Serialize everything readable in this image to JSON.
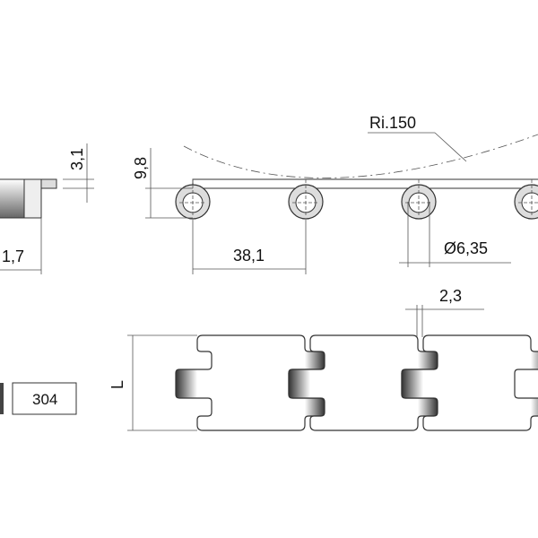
{
  "dimensions": {
    "plate_thickness": "3,1",
    "hinge_height": "9,8",
    "side_width": "1,7",
    "pitch": "38,1",
    "radius": "Ri.150",
    "pin_diameter": "Ø6,35",
    "gap": "2,3",
    "length": "L"
  },
  "material": "304"
}
